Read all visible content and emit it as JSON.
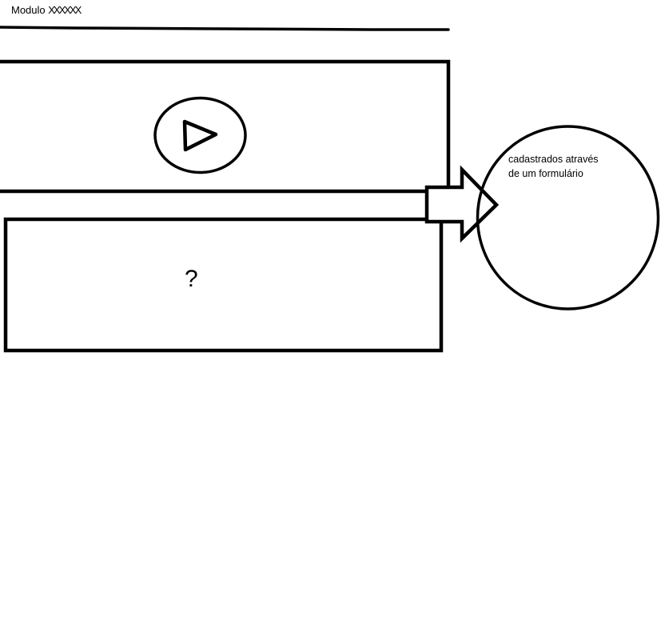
{
  "header": {
    "title_prefix": "Modulo",
    "title_placeholder": "XXXXXX"
  },
  "video_panel": {
    "icon": "play-icon"
  },
  "content_panel": {
    "text": "?"
  },
  "callout": {
    "icon": "arrow-right-icon",
    "line1": "cadastrados através",
    "line2": "de um formulário"
  },
  "colors": {
    "stroke": "#000000",
    "background": "#ffffff"
  }
}
